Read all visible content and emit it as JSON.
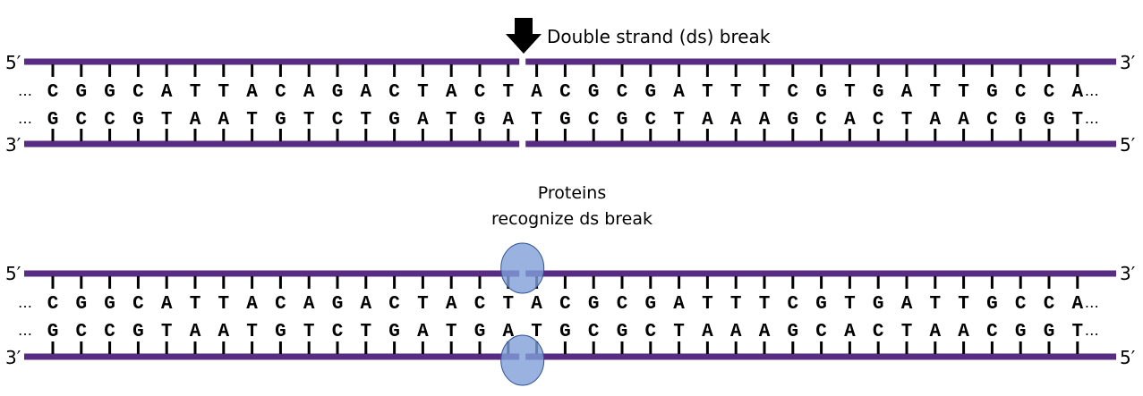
{
  "colors": {
    "strand": "#582c83",
    "tick": "#000000",
    "protein_fill": "#7f9fd8",
    "protein_stroke": "#2f528f",
    "arrow": "#000000"
  },
  "sequence": {
    "top_strand": [
      "C",
      "G",
      "G",
      "C",
      "A",
      "T",
      "T",
      "A",
      "C",
      "A",
      "G",
      "A",
      "C",
      "T",
      "A",
      "C",
      "T",
      "A",
      "C",
      "G",
      "C",
      "G",
      "A",
      "T",
      "T",
      "T",
      "C",
      "G",
      "T",
      "G",
      "A",
      "T",
      "T",
      "G",
      "C",
      "C",
      "A"
    ],
    "bottom_strand": [
      "G",
      "C",
      "C",
      "G",
      "T",
      "A",
      "A",
      "T",
      "G",
      "T",
      "C",
      "T",
      "G",
      "A",
      "T",
      "G",
      "A",
      "T",
      "G",
      "C",
      "G",
      "C",
      "T",
      "A",
      "A",
      "A",
      "G",
      "C",
      "A",
      "C",
      "T",
      "A",
      "A",
      "C",
      "G",
      "G",
      "T"
    ],
    "break_after_index": 16,
    "ellipsis": "…"
  },
  "panel1": {
    "top_left_label": "5′",
    "top_right_label": "3′",
    "bottom_left_label": "3′",
    "bottom_right_label": "5′",
    "annotation": "Double strand (ds) break",
    "arrow_icon": "down-arrow-icon"
  },
  "panel2": {
    "top_left_label": "5′",
    "top_right_label": "3′",
    "bottom_left_label": "3′",
    "bottom_right_label": "5′",
    "caption_line1": "Proteins",
    "caption_line2": "recognize ds break"
  }
}
